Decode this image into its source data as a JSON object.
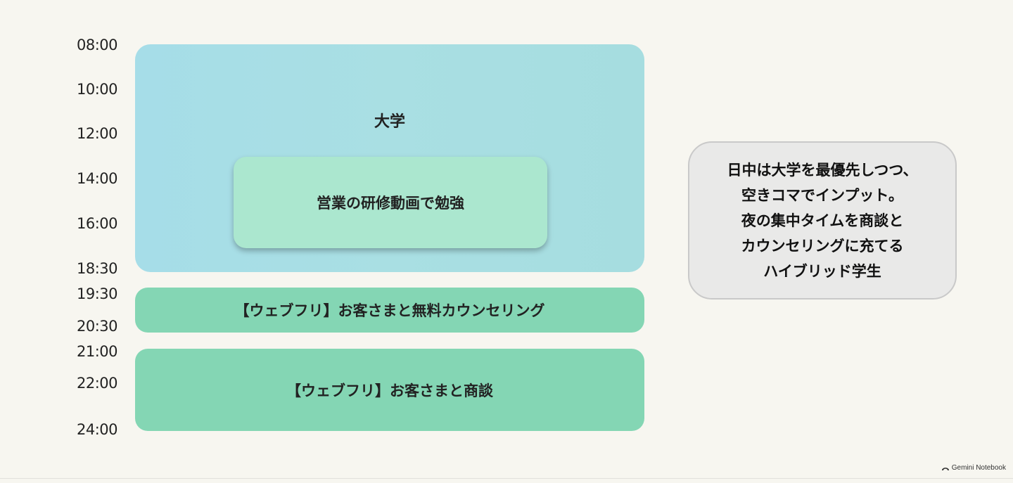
{
  "timeline": {
    "labels": [
      "08:00",
      "10:00",
      "12:00",
      "14:00",
      "16:00",
      "18:30",
      "19:30",
      "20:30",
      "21:00",
      "22:00",
      "24:00"
    ]
  },
  "blocks": {
    "university": "大学",
    "study": "営業の研修動画で勉強",
    "counseling": "【ウェブフリ】お客さまと無料カウンセリング",
    "negotiation": "【ウェブフリ】お客さまと商談"
  },
  "note": {
    "lines": [
      "日中は大学を最優先しつつ、",
      "空きコマでインプット。",
      "夜の集中タイムを商談と",
      "カウンセリングに充てる",
      "ハイブリッド学生"
    ]
  },
  "watermark": {
    "text": "Gemini Notebook",
    "icon": "notebook-logo-icon"
  },
  "colors": {
    "university": "#a6dde8",
    "study": "#abe7cf",
    "session": "#84d6b4",
    "note_bg": "#e9e9e8"
  }
}
